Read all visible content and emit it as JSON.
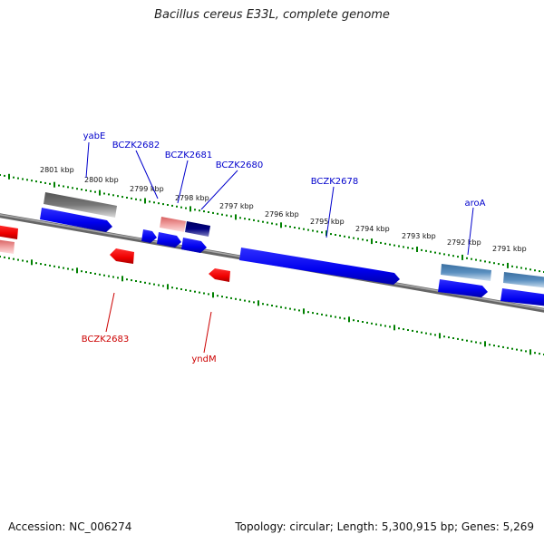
{
  "title": "Bacillus cereus E33L, complete genome",
  "footer": {
    "accession": "Accession: NC_006274",
    "summary": "Topology: circular; Length: 5,300,915 bp; Genes: 5,269"
  },
  "colors": {
    "forward_gene": "#0000ee",
    "reverse_gene": "#ee0000",
    "label_forward": "#0000cc",
    "label_reverse": "#cc0000",
    "backbone": "#777777",
    "tick": "#008000",
    "pseudo_gray": "#666666",
    "pseudo_pink": "#e88080",
    "pseudo_navy": "#000080",
    "pseudo_steel": "#4a7fb0"
  },
  "ticks": [
    "2801 kbp",
    "2800 kbp",
    "2799 kbp",
    "2798 kbp",
    "2797 kbp",
    "2796 kbp",
    "2795 kbp",
    "2794 kbp",
    "2793 kbp",
    "2792 kbp",
    "2791 kbp"
  ],
  "genes": [
    {
      "name": "yabE",
      "strand": "+"
    },
    {
      "name": "BCZK2682",
      "strand": "+"
    },
    {
      "name": "BCZK2681",
      "strand": "+"
    },
    {
      "name": "BCZK2680",
      "strand": "+"
    },
    {
      "name": "BCZK2678",
      "strand": "+"
    },
    {
      "name": "aroA",
      "strand": "+"
    },
    {
      "name": "BCZK2683",
      "strand": "-"
    },
    {
      "name": "yndM",
      "strand": "-"
    }
  ]
}
